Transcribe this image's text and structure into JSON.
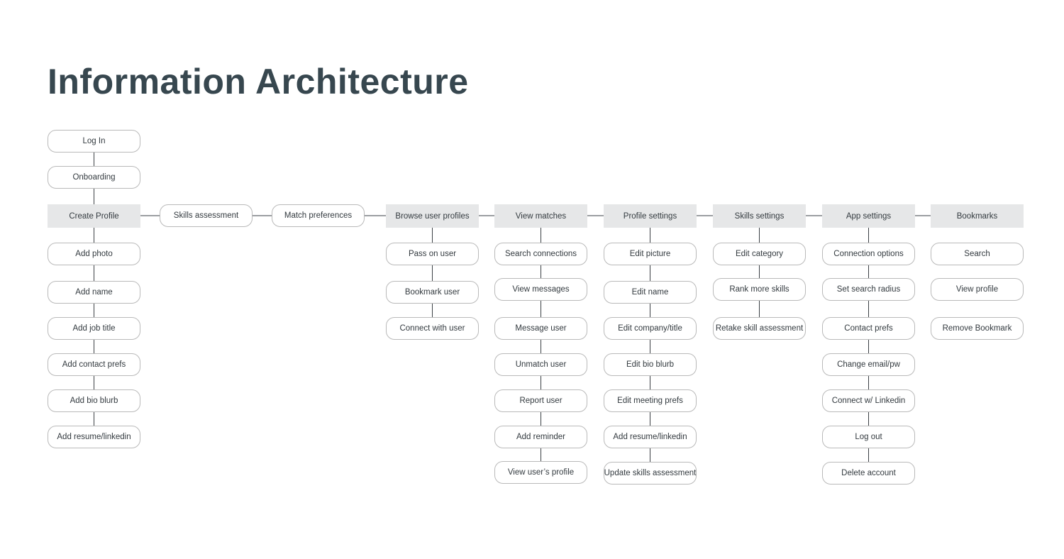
{
  "title": "Information Architecture",
  "onboarding_chain": [
    "Log In",
    "Onboarding"
  ],
  "main_row": [
    {
      "label": "Create Profile",
      "category": true,
      "children": [
        "Add photo",
        "Add name",
        "Add job title",
        "Add contact prefs",
        "Add bio blurb",
        "Add resume/linkedin"
      ]
    },
    {
      "label": "Skills assessment",
      "category": false,
      "children": []
    },
    {
      "label": "Match preferences",
      "category": false,
      "children": []
    },
    {
      "label": "Browse user profiles",
      "category": true,
      "children": [
        "Pass on user",
        "Bookmark user",
        "Connect with user"
      ]
    },
    {
      "label": "View matches",
      "category": true,
      "children": [
        "Search connections",
        "View messages",
        "Message user",
        "Unmatch user",
        "Report user",
        "Add reminder",
        "View user’s profile"
      ]
    },
    {
      "label": "Profile settings",
      "category": true,
      "children": [
        "Edit picture",
        "Edit name",
        "Edit company/title",
        "Edit bio blurb",
        "Edit meeting prefs",
        "Add resume/linkedin",
        "Update skills assessment"
      ]
    },
    {
      "label": "Skills settings",
      "category": true,
      "children": [
        "Edit category",
        "Rank more skills",
        "Retake skill assessment"
      ]
    },
    {
      "label": "App settings",
      "category": true,
      "children": [
        "Connection options",
        "Set search radius",
        "Contact prefs",
        "Change email/pw",
        "Connect w/ Linkedin",
        "Log out",
        "Delete account"
      ]
    },
    {
      "label": "Bookmarks",
      "category": true,
      "unlinked_children": true,
      "children": [
        "Search",
        "View profile",
        "Remove Bookmark"
      ]
    }
  ],
  "colors": {
    "title": "#37474f",
    "category_fill": "#e6e7e8",
    "node_border": "#b9b9b9",
    "connector": "#3a3f44"
  }
}
